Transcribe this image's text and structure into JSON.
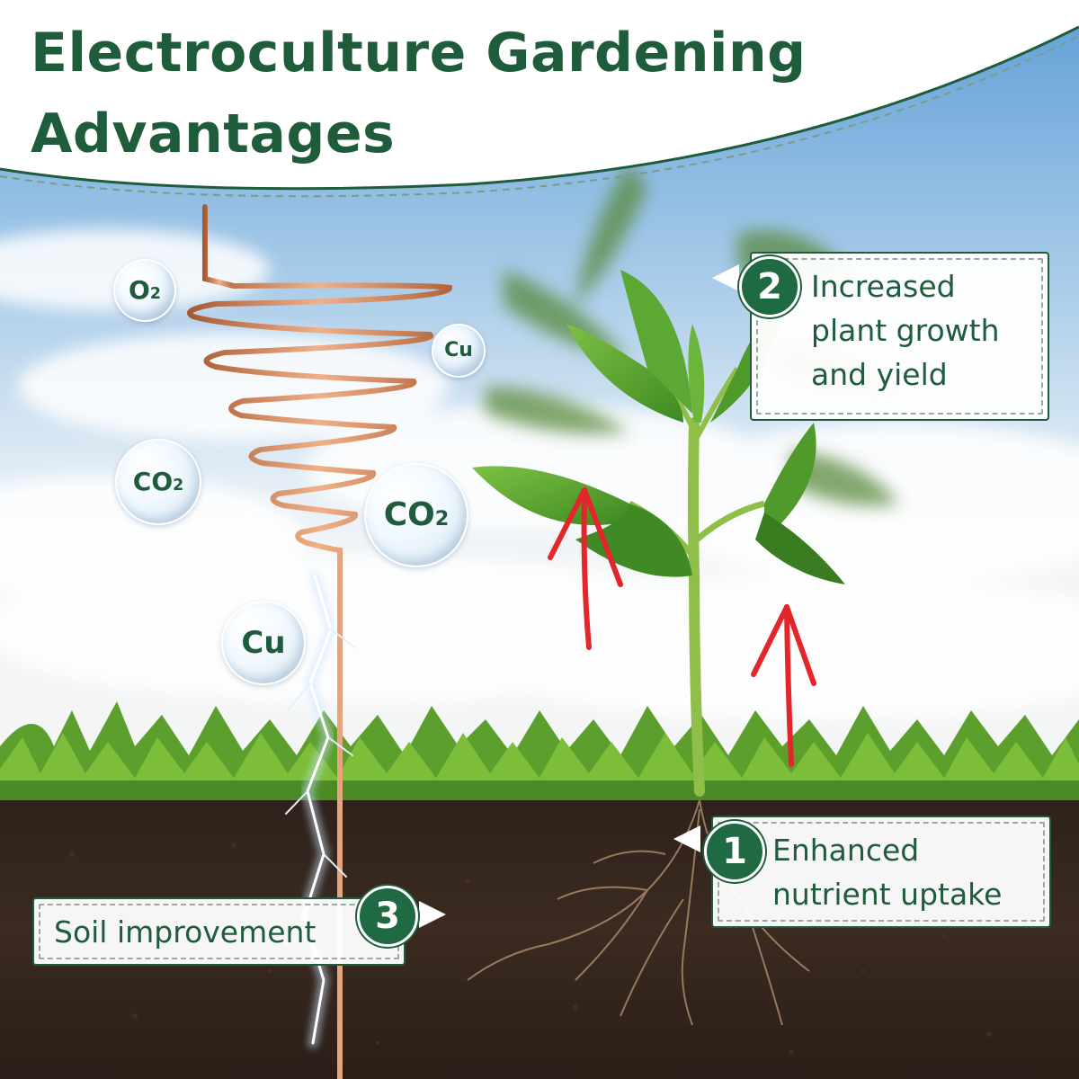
{
  "title": {
    "line1": "Electroculture Gardening",
    "line2": "Advantages"
  },
  "callouts": [
    {
      "number": "2",
      "lines": [
        "Increased",
        "plant growth",
        "and yield"
      ]
    },
    {
      "number": "1",
      "lines": [
        "Enhanced",
        "nutrient uptake"
      ]
    },
    {
      "number": "3",
      "lines": [
        "Soil improvement"
      ]
    }
  ],
  "bubbles": [
    {
      "base": "O",
      "sub": "2"
    },
    {
      "base": "Cu",
      "sub": ""
    },
    {
      "base": "CO",
      "sub": "2"
    },
    {
      "base": "CO",
      "sub": "2"
    },
    {
      "base": "Cu",
      "sub": ""
    }
  ],
  "colors": {
    "brand_green": "#1f5c3c",
    "badge_green": "#1f6a43",
    "copper": "#c8774b",
    "arrow_red": "#e2262b",
    "soil": "#3a2a20",
    "grass": "#5a9a2a",
    "sky_top": "#bfd9ee"
  },
  "icons": [
    "copper-spiral-antenna-icon",
    "plant-seedling-icon",
    "lightning-bolt-icon",
    "red-growth-arrow-icon",
    "roots-icon"
  ]
}
